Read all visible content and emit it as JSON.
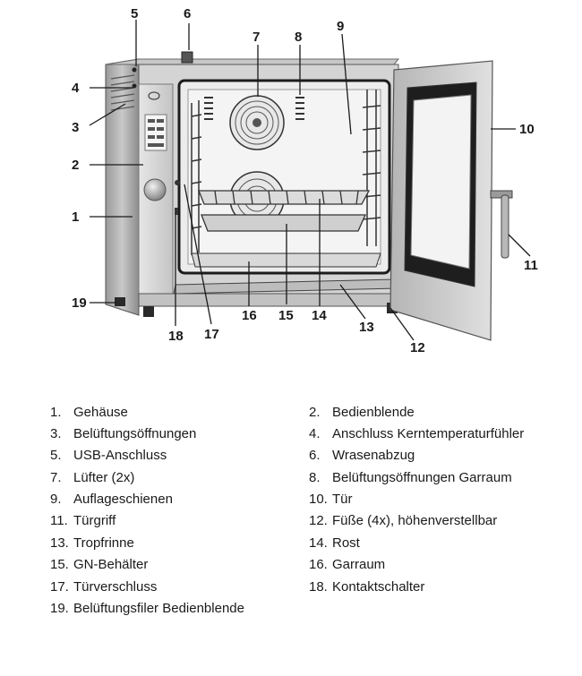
{
  "callouts": [
    "1",
    "2",
    "3",
    "4",
    "5",
    "6",
    "7",
    "8",
    "9",
    "10",
    "11",
    "12",
    "13",
    "14",
    "15",
    "16",
    "17",
    "18",
    "19"
  ],
  "legend": [
    {
      "num": "1.",
      "label": "Gehäuse"
    },
    {
      "num": "2.",
      "label": "Bedienblende"
    },
    {
      "num": "3.",
      "label": "Belüftungsöffnungen"
    },
    {
      "num": "4.",
      "label": "Anschluss Kerntemperaturfühler"
    },
    {
      "num": "5.",
      "label": "USB-Anschluss"
    },
    {
      "num": "6.",
      "label": "Wrasenabzug"
    },
    {
      "num": "7.",
      "label": "Lüfter (2x)"
    },
    {
      "num": "8.",
      "label": "Belüftungsöffnungen Garraum"
    },
    {
      "num": "9.",
      "label": "Auflageschienen"
    },
    {
      "num": "10.",
      "label": "Tür"
    },
    {
      "num": "11.",
      "label": "Türgriff"
    },
    {
      "num": "12.",
      "label": "Füße (4x), höhenverstellbar"
    },
    {
      "num": "13.",
      "label": "Tropfrinne"
    },
    {
      "num": "14.",
      "label": "Rost"
    },
    {
      "num": "15.",
      "label": "GN-Behälter"
    },
    {
      "num": "16.",
      "label": "Garraum"
    },
    {
      "num": "17.",
      "label": "Türverschluss"
    },
    {
      "num": "18.",
      "label": "Kontaktschalter"
    },
    {
      "num": "19.",
      "label": "Belüftungsfiler Bedienblende"
    }
  ],
  "colors": {
    "steel_light": "#d9d9d9",
    "steel_mid": "#a8a8a8",
    "steel_dark": "#5a5a5a",
    "interior": "#1c1c1c",
    "line": "#1a1a1a"
  }
}
